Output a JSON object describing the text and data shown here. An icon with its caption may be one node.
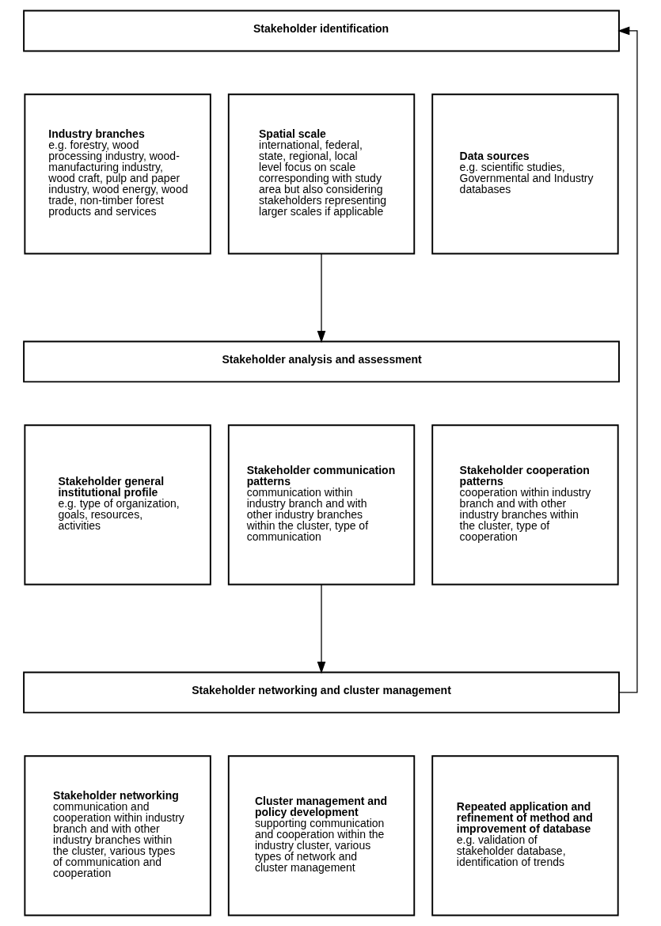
{
  "diagram": {
    "nodes": [
      {
        "text": [
          "Stakeholder identification"
        ]
      },
      {
        "text": [
          "Industry branches",
          "e.g. forestry, wood processing industry, wood-manufacturing industry, wood craft, pulp and paper industry, wood energy, wood trade, non-timber forest products and services"
        ]
      },
      {
        "text": [
          "Spatial scale",
          "international, federal, state, regional, local level focus on scale corresponding with study area but also considering stakeholders representing larger scales if applicable"
        ]
      },
      {
        "text": [
          "Data sources",
          "e.g. scientific studies, Governmental and Industry databases"
        ]
      },
      {
        "text": [
          "Stakeholder analysis and assessment"
        ]
      },
      {
        "text": [
          "Stakeholder general institutional profile",
          "e.g. type of organization, goals, resources, activities"
        ]
      },
      {
        "text": [
          "Stakeholder communication patterns",
          "communication within industry branch and with other industry branches within the cluster, type of communication"
        ]
      },
      {
        "text": [
          "Stakeholder cooperation patterns",
          "cooperation within industry branch and with other industry branches within the cluster, type of cooperation"
        ]
      },
      {
        "text": [
          "Stakeholder networking and cluster management"
        ]
      },
      {
        "text": [
          "Stakeholder networking",
          "communication and cooperation within industry branch and with other industry branches within the cluster, various types of communication and cooperation"
        ]
      },
      {
        "text": [
          "Cluster management and policy development",
          "supporting communication and cooperation within the industry cluster, various types of network and cluster management"
        ]
      },
      {
        "text": [
          "Repeated application and refinement of method and improvement of database",
          "e.g. validation of stakeholder database, identification of trends"
        ]
      }
    ],
    "edges": [
      {
        "from": 2,
        "to": 4,
        "arrow": "to"
      },
      {
        "from": 6,
        "to": 8,
        "arrow": "to"
      },
      {
        "from": 8,
        "to": 0,
        "arrow": "to"
      }
    ]
  }
}
